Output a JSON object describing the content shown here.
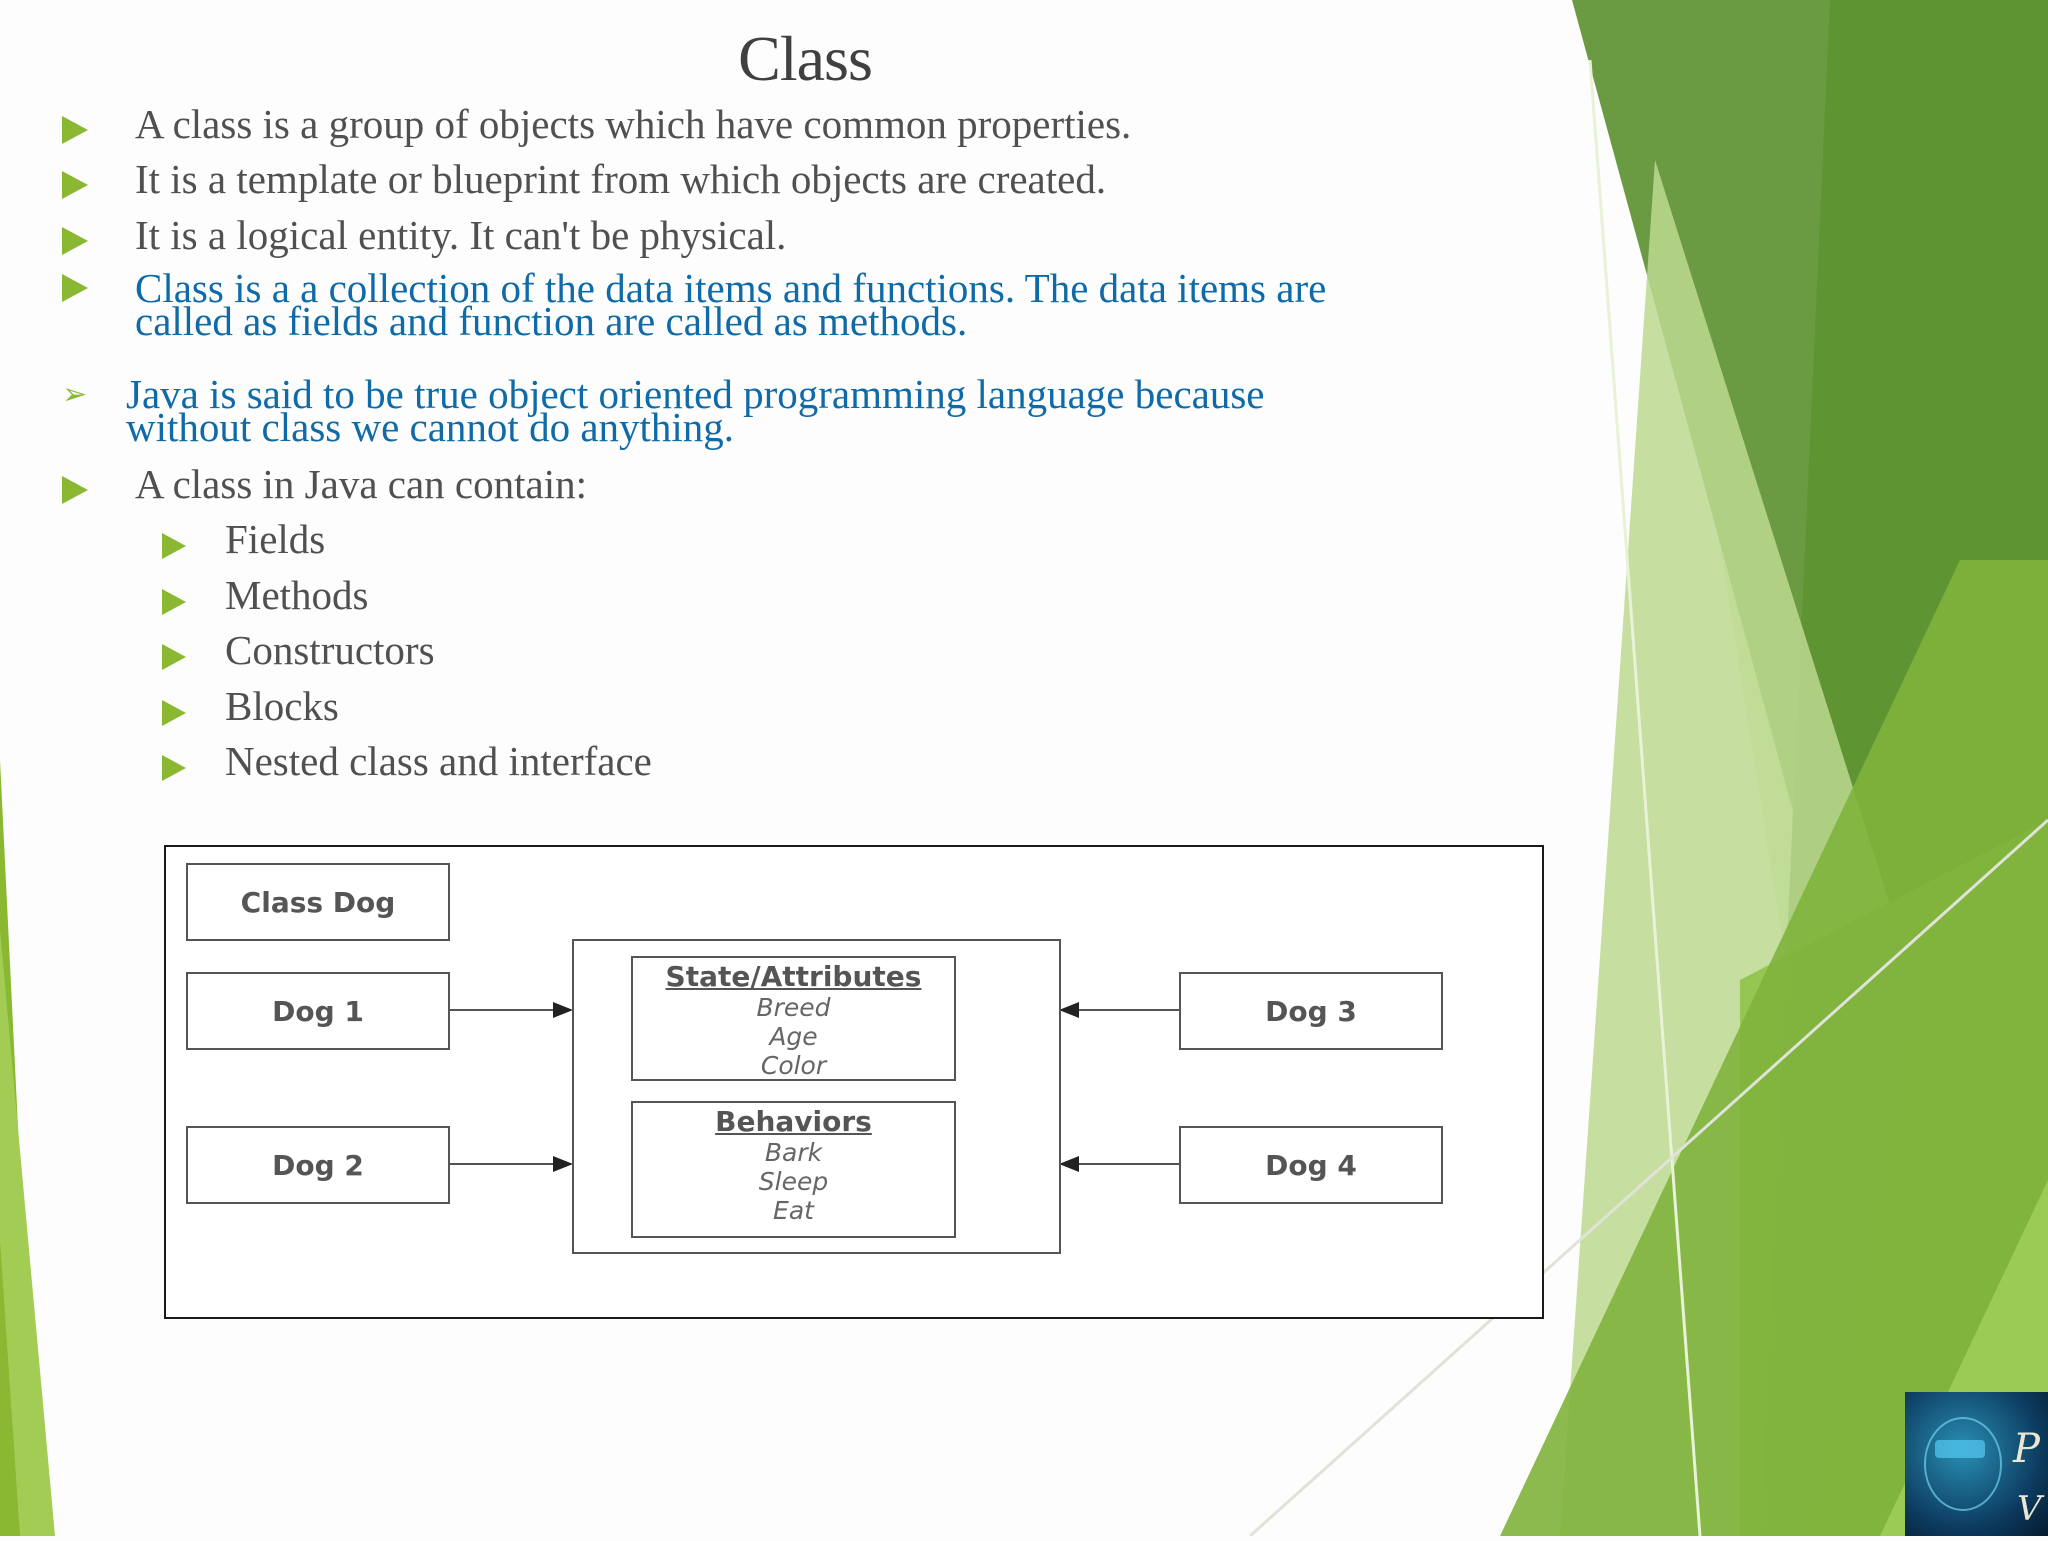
{
  "slide": {
    "title": "Class",
    "bullets": [
      "A class is a group of objects which have common properties.",
      "It is a template or blueprint from which objects are created.",
      "It is a logical entity. It can't be physical."
    ],
    "blue_bullet": {
      "line1": "Class is a a collection of the data items and functions. The data items are",
      "line2": "called as fields and function are called as methods."
    },
    "java_bullet": {
      "line1": "Java is said to be true object oriented programming language because",
      "line2": "without class we cannot do anything."
    },
    "contain_label": "A class in Java can contain:",
    "contain_items": [
      "Fields",
      "Methods",
      "Constructors",
      "Blocks",
      "Nested class and interface"
    ]
  },
  "diagram": {
    "class_label": "Class Dog",
    "dog1": "Dog 1",
    "dog2": "Dog 2",
    "dog3": "Dog 3",
    "dog4": "Dog 4",
    "state_head": "State/Attributes",
    "state_items": [
      "Breed",
      "Age",
      "Color"
    ],
    "behavior_head": "Behaviors",
    "behavior_items": [
      "Bark",
      "Sleep",
      "Eat"
    ]
  },
  "colors": {
    "accent_green": "#8ab832",
    "blue_text": "#0f6aa8",
    "body_text": "#505050"
  }
}
